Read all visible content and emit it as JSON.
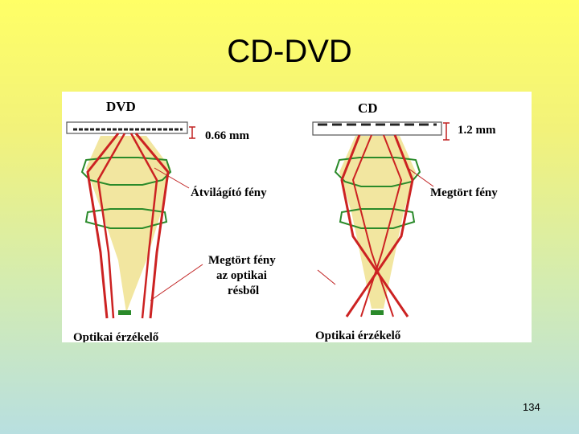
{
  "slide": {
    "title": "CD-DVD",
    "page_number": "134"
  },
  "diagram": {
    "dvd": {
      "label": "DVD",
      "thickness": "0.66 mm",
      "light_label": "Átvilágító fény",
      "sensor_label": "Optikai érzékelő"
    },
    "cd": {
      "label": "CD",
      "thickness": "1.2 mm",
      "light_label": "Megtört fény",
      "sensor_label": "Optikai érzékelő"
    },
    "center_label": {
      "line1": "Megtört fény",
      "line2": "az optikai",
      "line3": "résből"
    },
    "colors": {
      "beam": "#cc2222",
      "lens_outline": "#2a8a2a",
      "beam_fill": "#f2e6a0",
      "disc_track": "#222222"
    }
  }
}
